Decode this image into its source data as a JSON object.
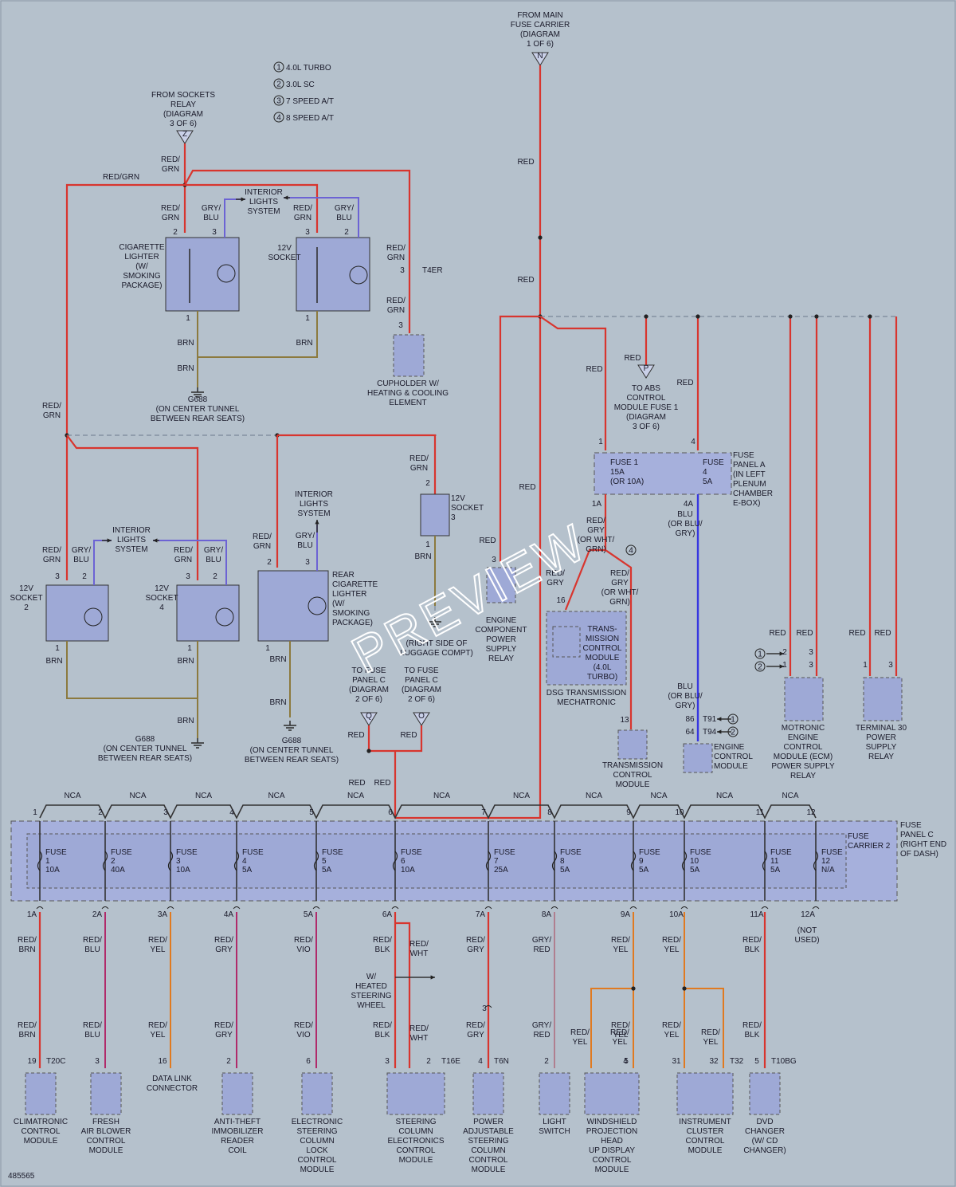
{
  "diagram_id": "485565",
  "watermark": "PREVIEW",
  "legend": [
    {
      "num": "1",
      "text": "4.0L TURBO"
    },
    {
      "num": "2",
      "text": "3.0L SC"
    },
    {
      "num": "3",
      "text": "7 SPEED A/T"
    },
    {
      "num": "4",
      "text": "8 SPEED A/T"
    }
  ],
  "sources": {
    "main_fuse": [
      "FROM MAIN",
      "FUSE CARRIER",
      "(DIAGRAM",
      "1 OF 6)"
    ],
    "main_fuse_letter": "N",
    "sockets_relay": [
      "FROM SOCKETS",
      "RELAY",
      "(DIAGRAM",
      "3 OF 6)"
    ],
    "sockets_relay_letter": "Z"
  },
  "wire_labels": {
    "red": "RED",
    "red_grn": "RED/GRN",
    "red_": "RED/",
    "grn": "GRN",
    "gry_": "GRY/",
    "blu": "BLU",
    "brn": "BRN",
    "nca": "NCA",
    "red_slash": "RED/",
    "or_blu": "(OR BLU/",
    "gry_close": "GRY)"
  },
  "components": {
    "cig_lighter": [
      "CIGARETTE",
      "LIGHTER",
      "(W/",
      "SMOKING",
      "PACKAGE)"
    ],
    "socket12v": [
      "12V",
      "SOCKET"
    ],
    "interior_lights": [
      "INTERIOR",
      "LIGHTS",
      "SYSTEM"
    ],
    "g688_top": [
      "G688",
      "(ON CENTER TUNNEL",
      "BETWEEN REAR SEATS)"
    ],
    "cupholder": [
      "CUPHOLDER W/",
      "HEATING & COOLING",
      "ELEMENT"
    ],
    "t4er": "T4ER",
    "rear_cig": [
      "REAR",
      "CIGARETTE",
      "LIGHTER",
      "(W/",
      "SMOKING",
      "PACKAGE)"
    ],
    "luggage": [
      "(RIGHT SIDE OF",
      "LUGGAGE COMPT)"
    ],
    "to_fuse_c_q": [
      "TO FUSE",
      "PANEL C",
      "(DIAGRAM",
      "2 OF 6)"
    ],
    "to_fuse_c_o": [
      "TO FUSE",
      "PANEL C",
      "(DIAGRAM",
      "2 OF 6)"
    ],
    "q_letter": "Q",
    "o_letter": "O",
    "abs": [
      "TO ABS",
      "CONTROL",
      "MODULE FUSE 1",
      "(DIAGRAM",
      "3 OF 6)"
    ],
    "abs_letter": "P",
    "fuse_panel_a": [
      "FUSE",
      "PANEL A",
      "(IN LEFT",
      "PLENUM",
      "CHAMBER",
      "E-BOX)"
    ],
    "fuse1": [
      "FUSE 1",
      "15A",
      "(OR 10A)"
    ],
    "fuse4": [
      "FUSE",
      "4",
      "5A"
    ],
    "engine_relay": [
      "ENGINE",
      "COMPONENT",
      "POWER",
      "SUPPLY",
      "RELAY"
    ],
    "tcm": [
      "TRANS-",
      "MISSION",
      "CONTROL",
      "MODULE",
      "(4.0L",
      "TURBO)"
    ],
    "dsg": [
      "DSG TRANSMISSION",
      "MECHATRONIC"
    ],
    "tcm2": [
      "TRANSMISSION",
      "CONTROL",
      "MODULE"
    ],
    "ecm": [
      "ENGINE",
      "CONTROL",
      "MODULE"
    ],
    "t91": "T91",
    "t94": "T94",
    "motronic": [
      "MOTRONIC",
      "ENGINE",
      "CONTROL",
      "MODULE (ECM)",
      "POWER SUPPLY",
      "RELAY"
    ],
    "term30": [
      "TERMINAL 30",
      "POWER",
      "SUPPLY",
      "RELAY"
    ],
    "fuse_panel_c": [
      "FUSE",
      "PANEL C",
      "(RIGHT END",
      "OF DASH)"
    ],
    "fuse_carrier2": [
      "FUSE",
      "CARRIER 2"
    ]
  },
  "fuse_panel_c_fuses": [
    {
      "num": "1",
      "rating": "10A",
      "out": "1A"
    },
    {
      "num": "2",
      "rating": "40A",
      "out": "2A"
    },
    {
      "num": "3",
      "rating": "10A",
      "out": "3A"
    },
    {
      "num": "4",
      "rating": "5A",
      "out": "4A"
    },
    {
      "num": "5",
      "rating": "5A",
      "out": "5A"
    },
    {
      "num": "6",
      "rating": "10A",
      "out": "6A"
    },
    {
      "num": "7",
      "rating": "25A",
      "out": "7A"
    },
    {
      "num": "8",
      "rating": "5A",
      "out": "8A"
    },
    {
      "num": "9",
      "rating": "5A",
      "out": "9A"
    },
    {
      "num": "10",
      "rating": "5A",
      "out": "10A"
    },
    {
      "num": "11",
      "rating": "5A",
      "out": "11A"
    },
    {
      "num": "12",
      "rating": "N/A",
      "out": "12A"
    }
  ],
  "fuse_word": "FUSE",
  "not_used": [
    "(NOT",
    "USED)"
  ],
  "heated_wheel": [
    "W/",
    "HEATED",
    "STEERING",
    "WHEEL"
  ],
  "bottom_modules": [
    {
      "name": [
        "CLIMATRONIC",
        "CONTROL",
        "MODULE"
      ],
      "conn": "T20C",
      "pin": "19",
      "wire": [
        "RED/",
        "BRN"
      ]
    },
    {
      "name": [
        "FRESH",
        "AIR BLOWER",
        "CONTROL",
        "MODULE"
      ],
      "conn": "",
      "pin": "3",
      "wire": [
        "RED/",
        "BLU"
      ]
    },
    {
      "name": [
        "DATA LINK",
        "CONNECTOR"
      ],
      "conn": "",
      "pin": "16",
      "wire": [
        "RED/",
        "YEL"
      ]
    },
    {
      "name": [
        "ANTI-THEFT",
        "IMMOBILIZER",
        "READER",
        "COIL"
      ],
      "conn": "",
      "pin": "2",
      "wire": [
        "RED/",
        "GRY"
      ]
    },
    {
      "name": [
        "ELECTRONIC",
        "STEERING",
        "COLUMN",
        "LOCK",
        "CONTROL",
        "MODULE"
      ],
      "conn": "",
      "pin": "6",
      "wire": [
        "RED/",
        "VIO"
      ]
    },
    {
      "name": [
        "STEERING",
        "COLUMN",
        "ELECTRONICS",
        "CONTROL",
        "MODULE"
      ],
      "conn": "T16E",
      "pin": "3",
      "wire": [
        "RED/",
        "BLK"
      ]
    },
    {
      "name": [
        "POWER",
        "ADJUSTABLE",
        "STEERING",
        "COLUMN",
        "CONTROL",
        "MODULE"
      ],
      "conn": "T6N",
      "pin": "4",
      "wire": [
        "RED/",
        "GRY"
      ]
    },
    {
      "name": [
        "LIGHT",
        "SWITCH"
      ],
      "conn": "",
      "pin": "2",
      "wire": [
        "GRY/",
        "RED"
      ]
    },
    {
      "name": [
        "WINDSHIELD",
        "PROJECTION",
        "HEAD",
        "UP DISPLAY",
        "CONTROL",
        "MODULE"
      ],
      "conn": "",
      "pin": "4",
      "wire": [
        "RED/",
        "YEL"
      ]
    },
    {
      "name": [
        "INSTRUMENT",
        "CLUSTER",
        "CONTROL",
        "MODULE"
      ],
      "conn": "T32",
      "pin": "31",
      "wire": [
        "RED/",
        "YEL"
      ]
    },
    {
      "name": [
        "DVD",
        "CHANGER",
        "(W/ CD",
        "CHANGER)"
      ],
      "conn": "T10BG",
      "pin": "5",
      "wire": [
        "RED/",
        "BLK"
      ]
    }
  ],
  "colors": {
    "wire_red": "#d8352e",
    "wire_brown": "#8c7a3e",
    "wire_blue": "#3737e0",
    "component_fill": "#9ea9d6",
    "background": "#b5c1cc"
  }
}
